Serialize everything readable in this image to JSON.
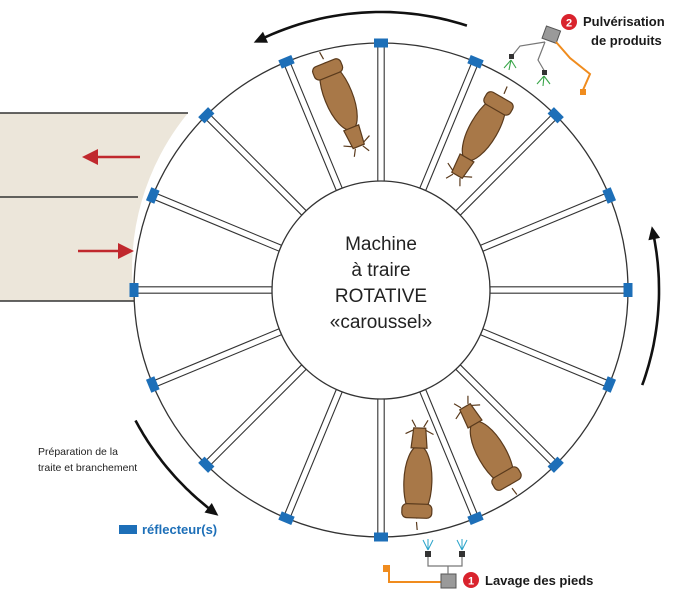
{
  "diagram": {
    "center": {
      "lines": [
        "Machine",
        "à traire",
        "ROTATIVE",
        "«caroussel»"
      ]
    },
    "preparation": {
      "lines": [
        "Préparation de la",
        "traite et branchement"
      ]
    },
    "spray": {
      "number": "2",
      "lines": [
        "Pulvérisation",
        "de produits"
      ]
    },
    "footwash": {
      "number": "1",
      "label": "Lavage des pieds"
    },
    "legend": {
      "label": "réflecteur(s)"
    },
    "colors": {
      "reflector": "#1d6fb8",
      "arrow_red": "#c0282d",
      "badge_red": "#d9232d",
      "cow": "#a87848",
      "cow_outline": "#5a3a1c",
      "lane_fill": "#ece6da",
      "pipe_orange": "#f08c1e",
      "spray_green": "#3aa64a"
    },
    "icons": {
      "rotation_arrow": "curved-arrow-icon",
      "entry_arrow": "red-arrow-right-icon",
      "exit_arrow": "red-arrow-left-icon",
      "cow": "cow-topview-icon",
      "reflector": "blue-rectangle-icon"
    }
  }
}
